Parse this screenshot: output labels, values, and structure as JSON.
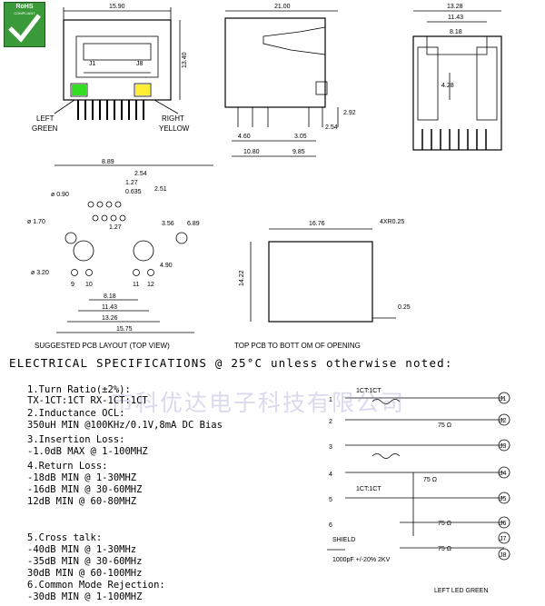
{
  "logo": {
    "title": "RoHS",
    "subtitle": "COMPLIANT"
  },
  "front_view": {
    "width_dim": "15.90",
    "height_dim": "13.40",
    "pin_left": "J1",
    "pin_right": "J8",
    "led_left": "LEFT",
    "led_left_color": "GREEN",
    "led_right": "RIGHT",
    "led_right_color": "YELLOW",
    "colors": {
      "green_led": "#33dd22",
      "yellow_led": "#ffee33"
    }
  },
  "side_view": {
    "top_dim": "21.00",
    "tail_dim": "2.92",
    "d1": "4.60",
    "d2": "3.05",
    "d3": "2.54",
    "d4": "10.80",
    "d5": "9.85"
  },
  "end_view": {
    "d1": "13.28",
    "d2": "11.43",
    "d3": "8.18",
    "d4": "4.28"
  },
  "pcb_layout": {
    "dims": [
      "8.89",
      "2.54",
      "1.27",
      "0.635",
      "2.51",
      "1.27",
      "3.56",
      "6.89",
      "4.90",
      "8.18",
      "11.43",
      "13.26",
      "15.75"
    ],
    "holes": [
      "ø 0.90",
      "ø 1.70",
      "ø 3.20"
    ],
    "pins": [
      "9",
      "10",
      "11",
      "12"
    ],
    "caption": "SUGGESTED PCB LAYOUT (TOP VIEW)"
  },
  "opening": {
    "width_dim": "16.76",
    "height_dim": "14.22",
    "radius": "4XR0.25",
    "thick": "0.25",
    "caption": "TOP PCB TO BOTT OM OF OPENING"
  },
  "specs": {
    "title": "ELECTRICAL SPECIFICATIONS @ 25°C unless otherwise noted:",
    "watermark": "市科优达电子科技有限公司",
    "lines": [
      "1.Turn Ratio(±2%):",
      "  TX-1CT:1CT   RX-1CT:1CT",
      "2.Inductance OCL:",
      "  350uH MIN @100KHz/0.1V,8mA DC Bias",
      "3.Insertion Loss:",
      "  -1.0dB MAX @ 1-100MHZ",
      "4.Return Loss:",
      "  -18dB MIN @ 1-30MHZ",
      "  -16dB MIN @ 30-60MHZ",
      "  12dB MIN @ 60-80MHZ",
      "",
      "5.Cross talk:",
      "  -40dB MIN @ 1-30MHz",
      "  -35dB MIN @ 30-60MHz",
      "  30dB MIN @ 60-100MHz",
      "6.Common Mode Rejection:",
      "  -30dB MIN @ 1-100MHZ"
    ]
  },
  "schematic": {
    "left_pins": [
      "1",
      "2",
      "3",
      "4",
      "5",
      "6"
    ],
    "right_pins": [
      "J1",
      "J2",
      "J3",
      "J4",
      "J5",
      "J6",
      "J7",
      "J8"
    ],
    "labels": {
      "ct_top": "1CT:1CT",
      "ct_bottom": "1CT:1CT",
      "r1": "75 Ω",
      "r2": "75 Ω",
      "r3": "75 Ω",
      "r4": "75 Ω",
      "shield": "SHIELD",
      "cap": "1000pF +/-20% 2KV",
      "led_legend": "LEFT LED GREEN"
    }
  }
}
